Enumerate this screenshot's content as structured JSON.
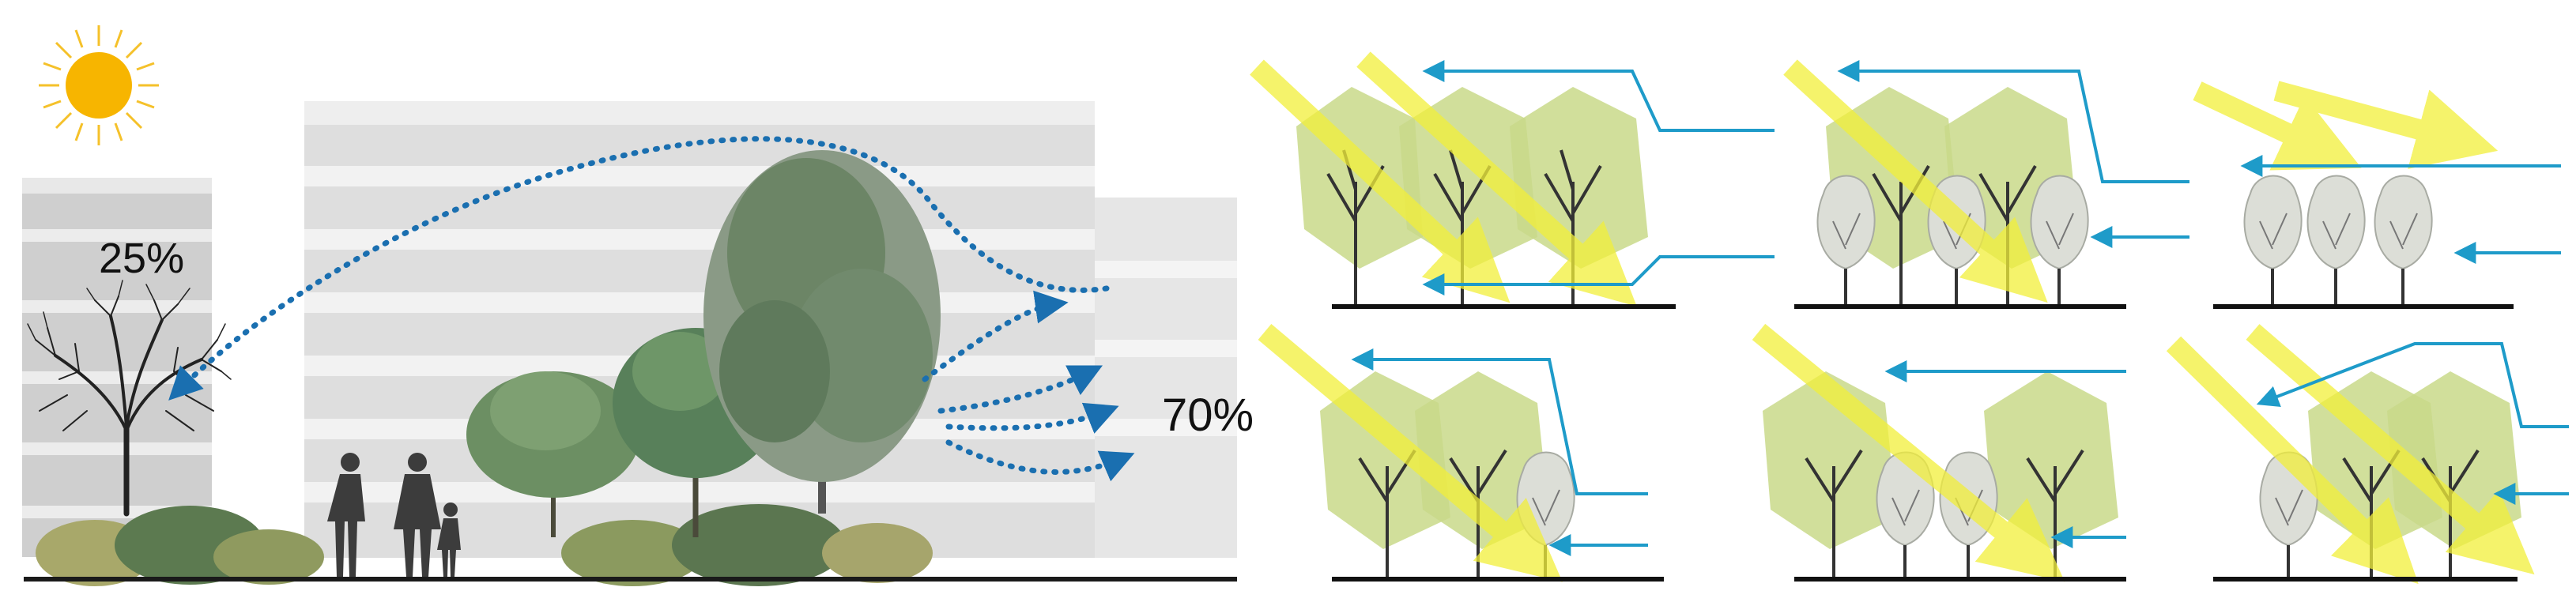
{
  "left_panel": {
    "label_low": "25%",
    "label_high": "70%",
    "sun_icon": "sun-icon",
    "colors": {
      "sun": "#f7b500",
      "sun_ray": "#f5c12a",
      "wind_arrow": "#1a6fb0",
      "ground": "#1a1a1a",
      "building": "#d9d9d9",
      "tree_canopy": "#5f8a5a",
      "silhouette": "#3c3c3c"
    }
  },
  "right_panel": {
    "panel_count": 6,
    "colors": {
      "sunlight_beam": "#f2ef3a",
      "wind_line": "#1e9bc9",
      "canopy_fill": "#c9d98a",
      "young_tree": "#c9ccc4",
      "ground": "#111111"
    }
  }
}
